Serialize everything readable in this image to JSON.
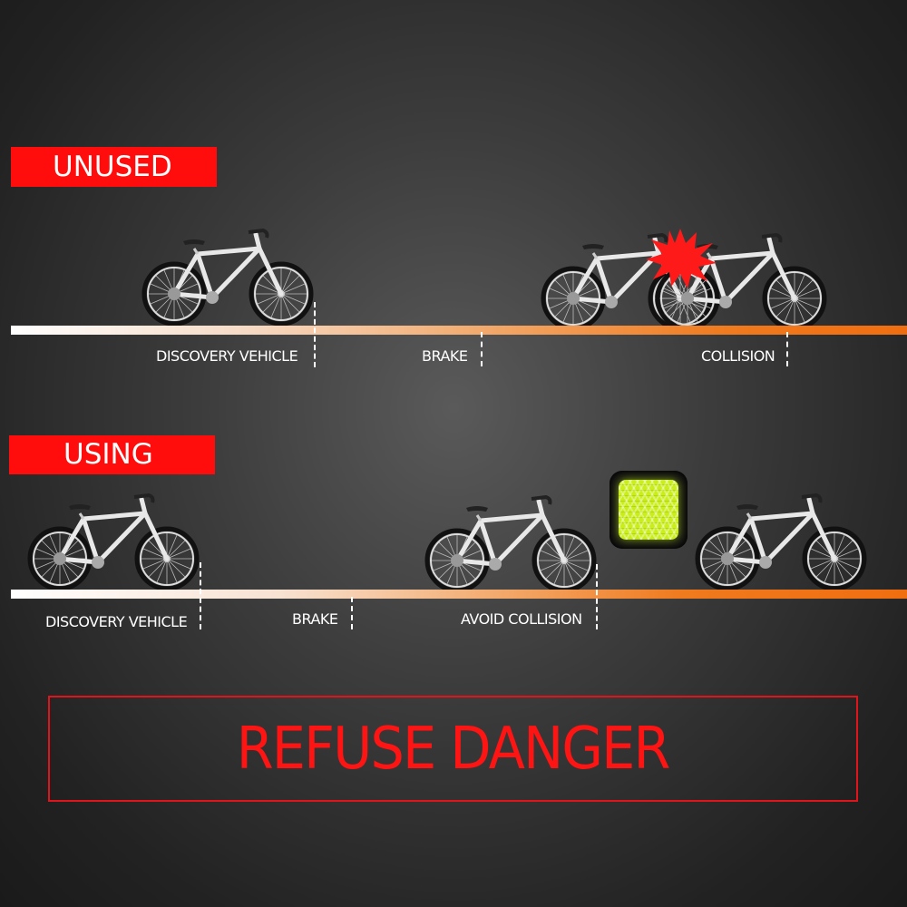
{
  "sections": {
    "unused": {
      "tag": "UNUSED",
      "labels": {
        "discovery": "DISCOVERY VEHICLE",
        "brake": "BRAKE",
        "collision": "COLLISION"
      }
    },
    "using": {
      "tag": "USING",
      "labels": {
        "discovery": "DISCOVERY VEHICLE",
        "brake": "BRAKE",
        "avoid": "AVOID COLLISION"
      }
    }
  },
  "banner": {
    "text": "REFUSE DANGER"
  },
  "colors": {
    "tag_red": "#ff0d0d",
    "danger_red": "#ff1414",
    "road_orange": "#f06e10",
    "reflector_yellow": "#c9ee1a"
  },
  "icons": [
    "bicycle-icon",
    "collision-burst-icon",
    "reflector-icon"
  ]
}
